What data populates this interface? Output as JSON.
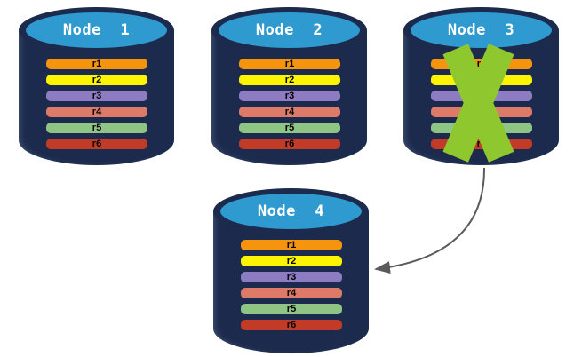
{
  "colors": {
    "background": "#FFFFFF",
    "cylinder-body": "#1C2B4D",
    "cylinder-top": "#2F9ACF",
    "node-title": "#FFFFFF",
    "bar-label": "#000000",
    "failure-x": "#8EC72E",
    "arrow": "#5B5B5B"
  },
  "partitions": [
    {
      "label": "r1",
      "color": "#F7940E"
    },
    {
      "label": "r2",
      "color": "#FCF400"
    },
    {
      "label": "r3",
      "color": "#8E7CC3"
    },
    {
      "label": "r4",
      "color": "#DD7B68"
    },
    {
      "label": "r5",
      "color": "#8FC584"
    },
    {
      "label": "r6",
      "color": "#C23B26"
    }
  ],
  "nodes": [
    {
      "title": "Node  1",
      "failed": false
    },
    {
      "title": "Node  2",
      "failed": false
    },
    {
      "title": "Node  3",
      "failed": true
    },
    {
      "title": "Node  4",
      "failed": false
    }
  ],
  "arrow": {
    "from": "Node 3",
    "to": "Node 4"
  }
}
